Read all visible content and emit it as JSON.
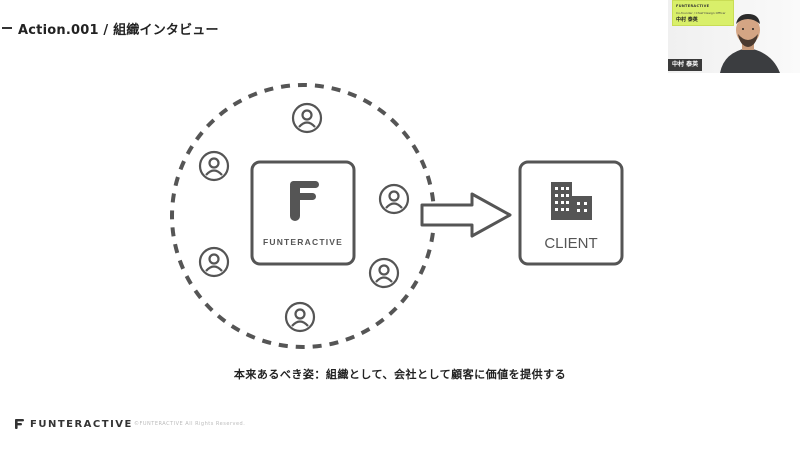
{
  "slide": {
    "title": "Action.001 / 組織インタビュー",
    "logo_label": "FUNTERACTIVE",
    "client_label": "CLIENT",
    "caption": "本来あるべき姿：組織として、会社として顧客に価値を提供する",
    "footer_brand": "FUNTERACTIVE",
    "footer_copyright": "©FUNTERACTIVE All Rights Reserved."
  },
  "webcam": {
    "participant_name": "中村 泰英",
    "sign_brand": "FUNTERACTIVE",
    "sign_role": "Co-founder / Chief Design Officer",
    "sign_name": "中村 泰英"
  },
  "colors": {
    "stroke": "#555555",
    "accent_sign": "#d9ef6a",
    "name_tag_bg": "#3a3a3a"
  },
  "icons": [
    "person-icon",
    "building-icon",
    "funteractive-logo-icon",
    "arrow-right-icon"
  ]
}
